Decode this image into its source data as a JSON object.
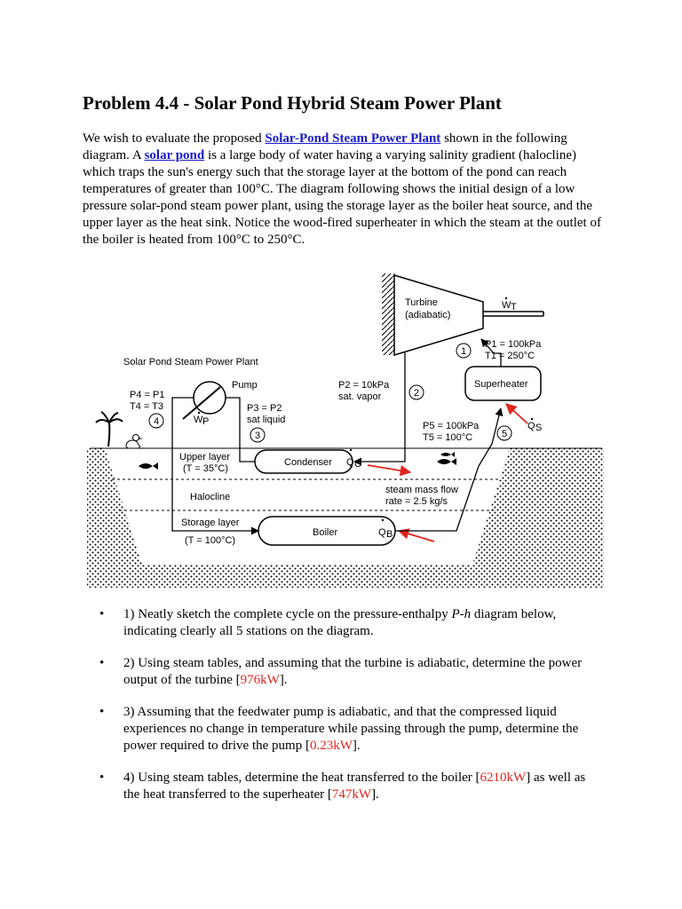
{
  "title": "Problem 4.4 - Solar Pond Hybrid Steam Power Plant",
  "intro": {
    "t1": "We wish to evaluate the proposed ",
    "link1": "Solar-Pond Steam Power Plant",
    "t2": " shown in the following diagram. A ",
    "link2": "solar pond",
    "t3": " is a large body of water having a varying salinity gradient (halocline) which traps the sun's energy such that the storage layer at the bottom of the pond can reach temperatures of greater than 100°C. The diagram following shows the initial design of a low pressure solar-pond steam power plant, using the storage layer as the boiler heat source, and the upper layer as the heat sink. Notice the wood-fired superheater in which the steam at the outlet of the boiler is heated from 100°C to 250°C."
  },
  "diagram": {
    "title": "Solar Pond Steam Power Plant",
    "turbine": {
      "name": "Turbine",
      "note": "(adiabatic)",
      "work_symbol": "W",
      "work_sub": "T"
    },
    "station1": {
      "num": "1",
      "p": "P1 = 100kPa",
      "t": "T1 = 250°C"
    },
    "station2": {
      "num": "2",
      "p": "P2 = 10kPa",
      "state": "sat. vapor"
    },
    "station3": {
      "num": "3",
      "p": "P3 = P2",
      "state": "sat liquid"
    },
    "station4": {
      "num": "4",
      "p": "P4 = P1",
      "t": "T4 = T3"
    },
    "station5": {
      "num": "5",
      "p": "P5 = 100kPa",
      "t": "T5 = 100°C"
    },
    "pump": {
      "name": "Pump",
      "work_symbol": "W",
      "work_sub": "P"
    },
    "superheater": {
      "name": "Superheater",
      "heat_symbol": "Q",
      "heat_sub": "S"
    },
    "condenser": {
      "name": "Condenser",
      "heat_symbol": "Q",
      "heat_sub": "C"
    },
    "boiler": {
      "name": "Boiler",
      "heat_symbol": "Q",
      "heat_sub": "B"
    },
    "upper_layer": {
      "name": "Upper layer",
      "temp": "(T = 35°C)"
    },
    "halocline": "Halocline",
    "storage_layer": {
      "name": "Storage layer",
      "temp": "(T = 100°C)"
    },
    "mass_flow": {
      "line1": "steam mass flow",
      "line2": "rate = 2.5 kg/s"
    },
    "arrow_color": "#e0261f"
  },
  "questions": [
    {
      "text": "1) Neatly sketch the complete cycle on the pressure-enthalpy ",
      "em": "P-h",
      "text2": " diagram below, indicating clearly all 5 stations on the diagram."
    },
    {
      "text": "2) Using steam tables, and assuming that the turbine is adiabatic, determine the power output of the turbine [",
      "ans": "976kW",
      "text2": "]."
    },
    {
      "text": "3) Assuming that the feedwater pump is adiabatic, and that the compressed liquid experiences no change in temperature while passing through the pump, determine the power required to drive the pump [",
      "ans": "0.23kW",
      "text2": "]."
    },
    {
      "text": "4) Using steam tables, determine the heat transferred to the boiler [",
      "ans": "6210kW",
      "text2": "] as well as the heat transferred to the superheater [",
      "ans2": "747kW",
      "text3": "]."
    }
  ]
}
